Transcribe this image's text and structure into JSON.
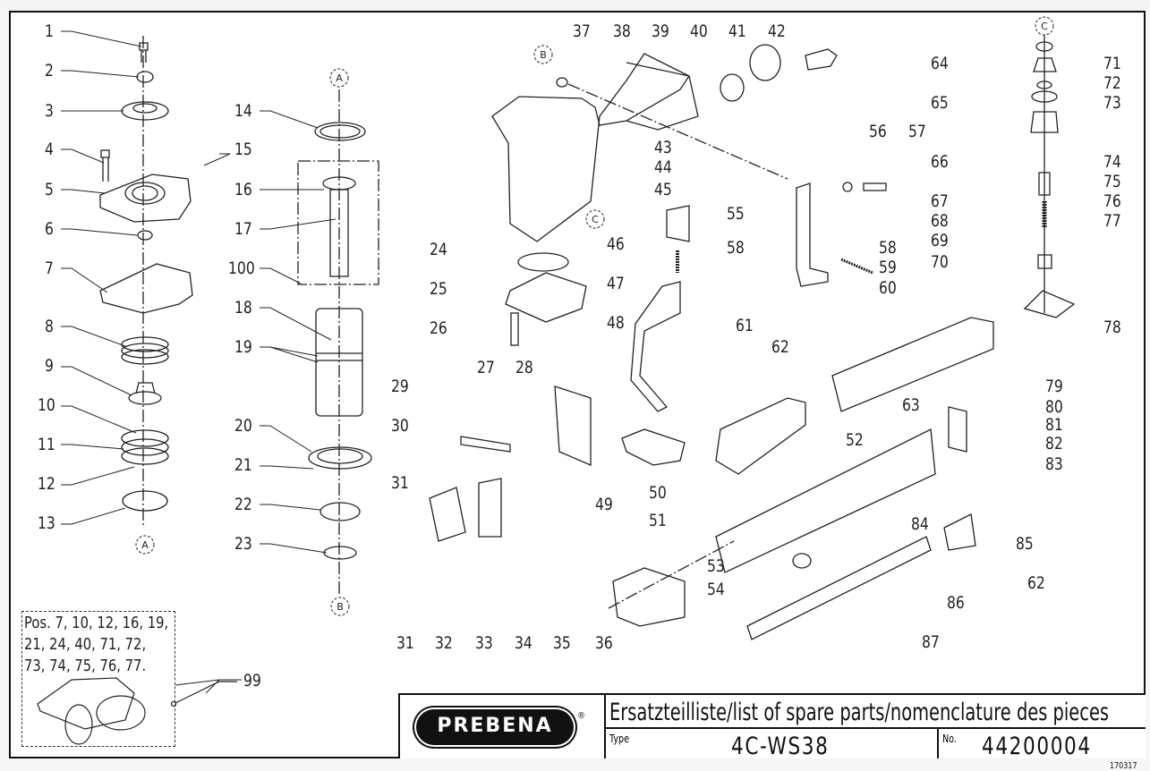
{
  "document": {
    "brand": "PREBENA",
    "registered_mark": "®",
    "title": "Ersatzteilliste/list of spare parts/nomenclature des pieces",
    "type_label": "Type",
    "type_value": "4C-WS38",
    "number_label": "No.",
    "number_value": "44200004",
    "doc_code": "170317"
  },
  "kit": {
    "label": "99",
    "lines": [
      "Pos. 7, 10, 12, 16, 19,",
      "21, 24, 40, 71, 72,",
      "73, 74, 75, 76, 77."
    ]
  },
  "reference_markers": [
    "A",
    "B",
    "C"
  ],
  "part_labels": [
    "1",
    "2",
    "3",
    "4",
    "5",
    "6",
    "7",
    "8",
    "9",
    "10",
    "11",
    "12",
    "13",
    "14",
    "15",
    "16",
    "17",
    "100",
    "18",
    "19",
    "20",
    "21",
    "22",
    "23",
    "24",
    "25",
    "26",
    "27",
    "28",
    "29",
    "30",
    "31",
    "31",
    "32",
    "33",
    "34",
    "35",
    "36",
    "37",
    "38",
    "39",
    "40",
    "41",
    "42",
    "43",
    "44",
    "45",
    "46",
    "47",
    "48",
    "49",
    "50",
    "51",
    "52",
    "53",
    "54",
    "55",
    "56",
    "57",
    "58",
    "58",
    "59",
    "60",
    "61",
    "62",
    "62",
    "63",
    "64",
    "65",
    "66",
    "67",
    "68",
    "69",
    "70",
    "71",
    "72",
    "73",
    "74",
    "75",
    "76",
    "77",
    "78",
    "79",
    "80",
    "81",
    "82",
    "83",
    "84",
    "85",
    "86",
    "87"
  ]
}
